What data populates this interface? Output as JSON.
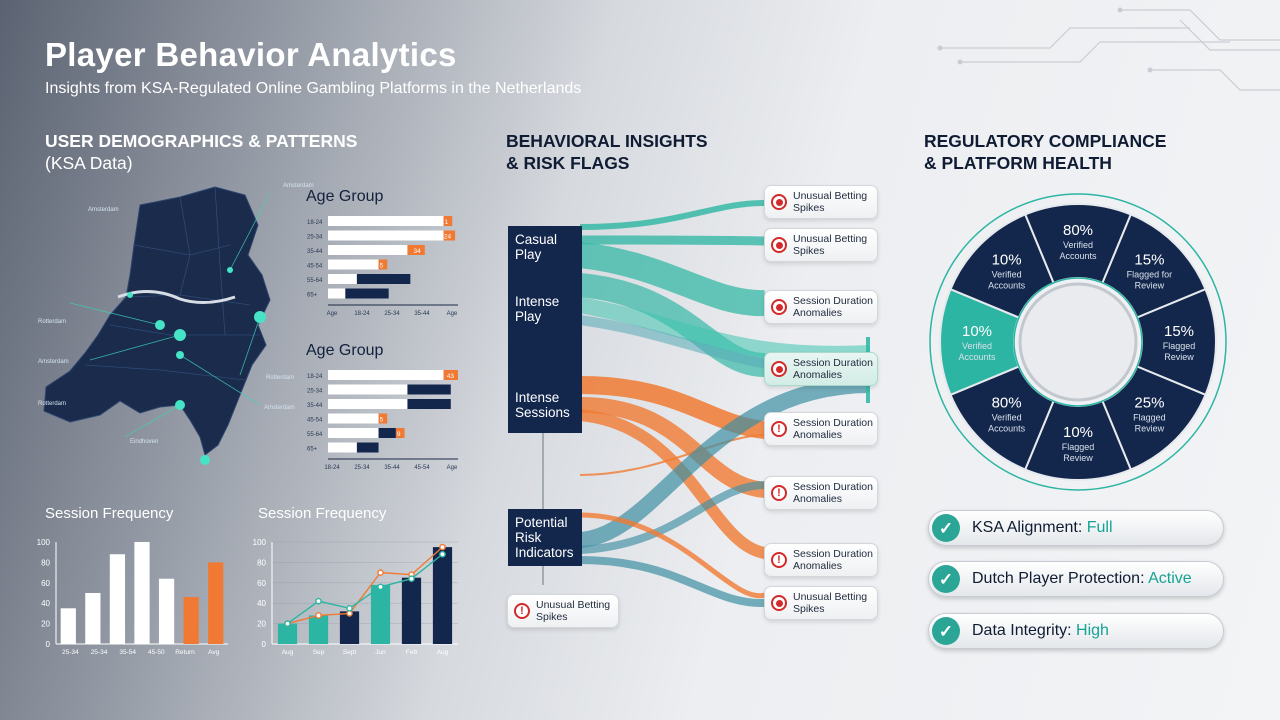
{
  "header": {
    "title": "Player Behavior Analytics",
    "subtitle": "Insights from KSA-Regulated Online Gambling Platforms in the Netherlands"
  },
  "sections": {
    "demographics": {
      "title": "USER DEMOGRAPHICS & PATTERNS",
      "sub": "(KSA Data)"
    },
    "behavior": {
      "line1": "BEHAVIORAL INSIGHTS",
      "line2": "& RISK FLAGS"
    },
    "compliance": {
      "line1": "REGULATORY COMPLIANCE",
      "line2": "& PLATFORM HEALTH"
    }
  },
  "map": {
    "labels": [
      "Amsterdam",
      "Rotterdam",
      "Amsterdam",
      "Rotterdam",
      "Amsterdam",
      "Amsterdam",
      "Eindhoven",
      "Rotterdam"
    ]
  },
  "colors": {
    "navy": "#13274d",
    "teal": "#2cb5a3",
    "orange": "#f07a33",
    "white": "#ffffff",
    "alert_red": "#d22a2a"
  },
  "chart_data": [
    {
      "type": "bar",
      "title": "Age Group",
      "orientation": "horizontal",
      "categories": [
        "18-24",
        "25-34",
        "35-44",
        "45-54",
        "55-64",
        "65+"
      ],
      "series": [
        {
          "color": "white",
          "values": [
            8,
            8,
            5.5,
            3.5,
            2,
            1.2
          ]
        },
        {
          "color": "navy",
          "values": [
            0,
            0,
            0,
            0,
            3.7,
            3
          ]
        },
        {
          "color": "orange",
          "values": [
            0.6,
            0.8,
            1.2,
            0.6,
            0,
            0
          ]
        }
      ],
      "value_labels": [
        "1",
        "24",
        "34",
        "5",
        "",
        ""
      ],
      "tick_labels": [
        "Age",
        "18-24",
        "25-34",
        "35-44",
        "Age"
      ]
    },
    {
      "type": "bar",
      "title": "Age Group",
      "orientation": "horizontal",
      "categories": [
        "18-24",
        "25-34",
        "35-44",
        "45-54",
        "55-64",
        "65+"
      ],
      "series": [
        {
          "color": "white",
          "values": [
            8,
            5.5,
            5.5,
            3.5,
            3.5,
            2
          ]
        },
        {
          "color": "navy",
          "values": [
            0,
            3,
            3,
            0,
            1.2,
            1.5
          ]
        },
        {
          "color": "orange",
          "values": [
            1,
            0,
            0,
            0.6,
            0.6,
            0
          ]
        }
      ],
      "value_labels": [
        "43",
        "",
        "",
        "5",
        "9",
        ""
      ],
      "tick_labels": [
        "18-24",
        "25-34",
        "35-44",
        "45-54",
        "Age"
      ]
    },
    {
      "type": "bar",
      "title": "Session Frequency",
      "categories": [
        "25-34",
        "25-34",
        "35-54",
        "45-50",
        "Return",
        "Avg"
      ],
      "values": [
        35,
        50,
        88,
        100,
        64,
        46,
        80
      ],
      "colors": [
        "white",
        "white",
        "white",
        "white",
        "white",
        "orange",
        "orange"
      ],
      "ylim": [
        0,
        100
      ],
      "yticks": [
        0,
        20,
        40,
        60,
        80,
        100
      ],
      "x_tick_labels": [
        "25-34",
        "25-34",
        "35-54",
        "45-50",
        "Return",
        "Avg"
      ]
    },
    {
      "type": "bar",
      "title": "Session Frequency",
      "categories": [
        "Aug",
        "Sep",
        "Sept",
        "Jun",
        "Feb",
        "Aug"
      ],
      "values": [
        20,
        28,
        32,
        58,
        65,
        95
      ],
      "colors": [
        "teal",
        "teal",
        "navy",
        "teal",
        "navy",
        "navy"
      ],
      "line_series": [
        {
          "color": "orange",
          "values": [
            20,
            28,
            30,
            70,
            68,
            95
          ]
        },
        {
          "color": "teal",
          "values": [
            20,
            42,
            35,
            56,
            64,
            88
          ]
        }
      ],
      "ylim": [
        0,
        100
      ],
      "yticks": [
        0,
        20,
        40,
        60,
        80,
        100
      ]
    }
  ],
  "flow": {
    "categories": [
      {
        "line1": "Casual",
        "line2": "Play"
      },
      {
        "line1": "Intense",
        "line2": "Play"
      },
      {
        "line1": "Intense",
        "line2": "Sessions"
      },
      {
        "line1": "Potential",
        "line2": "Risk",
        "line3": "Indicators"
      }
    ],
    "flags": [
      {
        "line1": "Unusual Betting",
        "line2": "Spikes",
        "icon": "alert-dot-icon"
      },
      {
        "line1": "Unusual Betting",
        "line2": "Spikes",
        "icon": "alert-dot-icon"
      },
      {
        "line1": "Session Duration",
        "line2": "Anomalies",
        "icon": "alert-dot-icon"
      },
      {
        "line1": "Session Duration",
        "line2": "Anomalies",
        "icon": "alert-dot-icon"
      },
      {
        "line1": "Session Duration",
        "line2": "Anomalies",
        "icon": "exclamation-icon"
      },
      {
        "line1": "Session Duration",
        "line2": "Anomalies",
        "icon": "exclamation-icon"
      },
      {
        "line1": "Session Duration",
        "line2": "Anomalies",
        "icon": "exclamation-icon"
      },
      {
        "line1": "Unusual Betting",
        "line2": "Spikes",
        "icon": "alert-dot-icon"
      }
    ],
    "standalone_flag": {
      "line1": "Unusual Betting",
      "line2": "Spikes",
      "icon": "exclamation-icon"
    }
  },
  "donut": {
    "segments": [
      {
        "pct": "80%",
        "line1": "Verified",
        "line2": "Accounts",
        "color": "#13274d"
      },
      {
        "pct": "15%",
        "line1": "Flagged for",
        "line2": "Review",
        "color": "#13274d"
      },
      {
        "pct": "15%",
        "line1": "Flagged",
        "line2": "Review",
        "color": "#13274d"
      },
      {
        "pct": "25%",
        "line1": "Flagged",
        "line2": "Review",
        "color": "#13274d"
      },
      {
        "pct": "10%",
        "line1": "Flagged",
        "line2": "Review",
        "color": "#13274d"
      },
      {
        "pct": "80%",
        "line1": "Verified",
        "line2": "Accounts",
        "color": "#13274d"
      },
      {
        "pct": "10%",
        "line1": "Verified",
        "line2": "Accounts",
        "color": "#2cb5a3"
      },
      {
        "pct": "10%",
        "line1": "Verified",
        "line2": "Accounts",
        "color": "#13274d"
      }
    ]
  },
  "status": [
    {
      "label": "KSA Alignment: ",
      "value": "Full"
    },
    {
      "label": "Dutch Player Protection: ",
      "value": "Active"
    },
    {
      "label": "Data Integrity: ",
      "value": "High"
    }
  ]
}
